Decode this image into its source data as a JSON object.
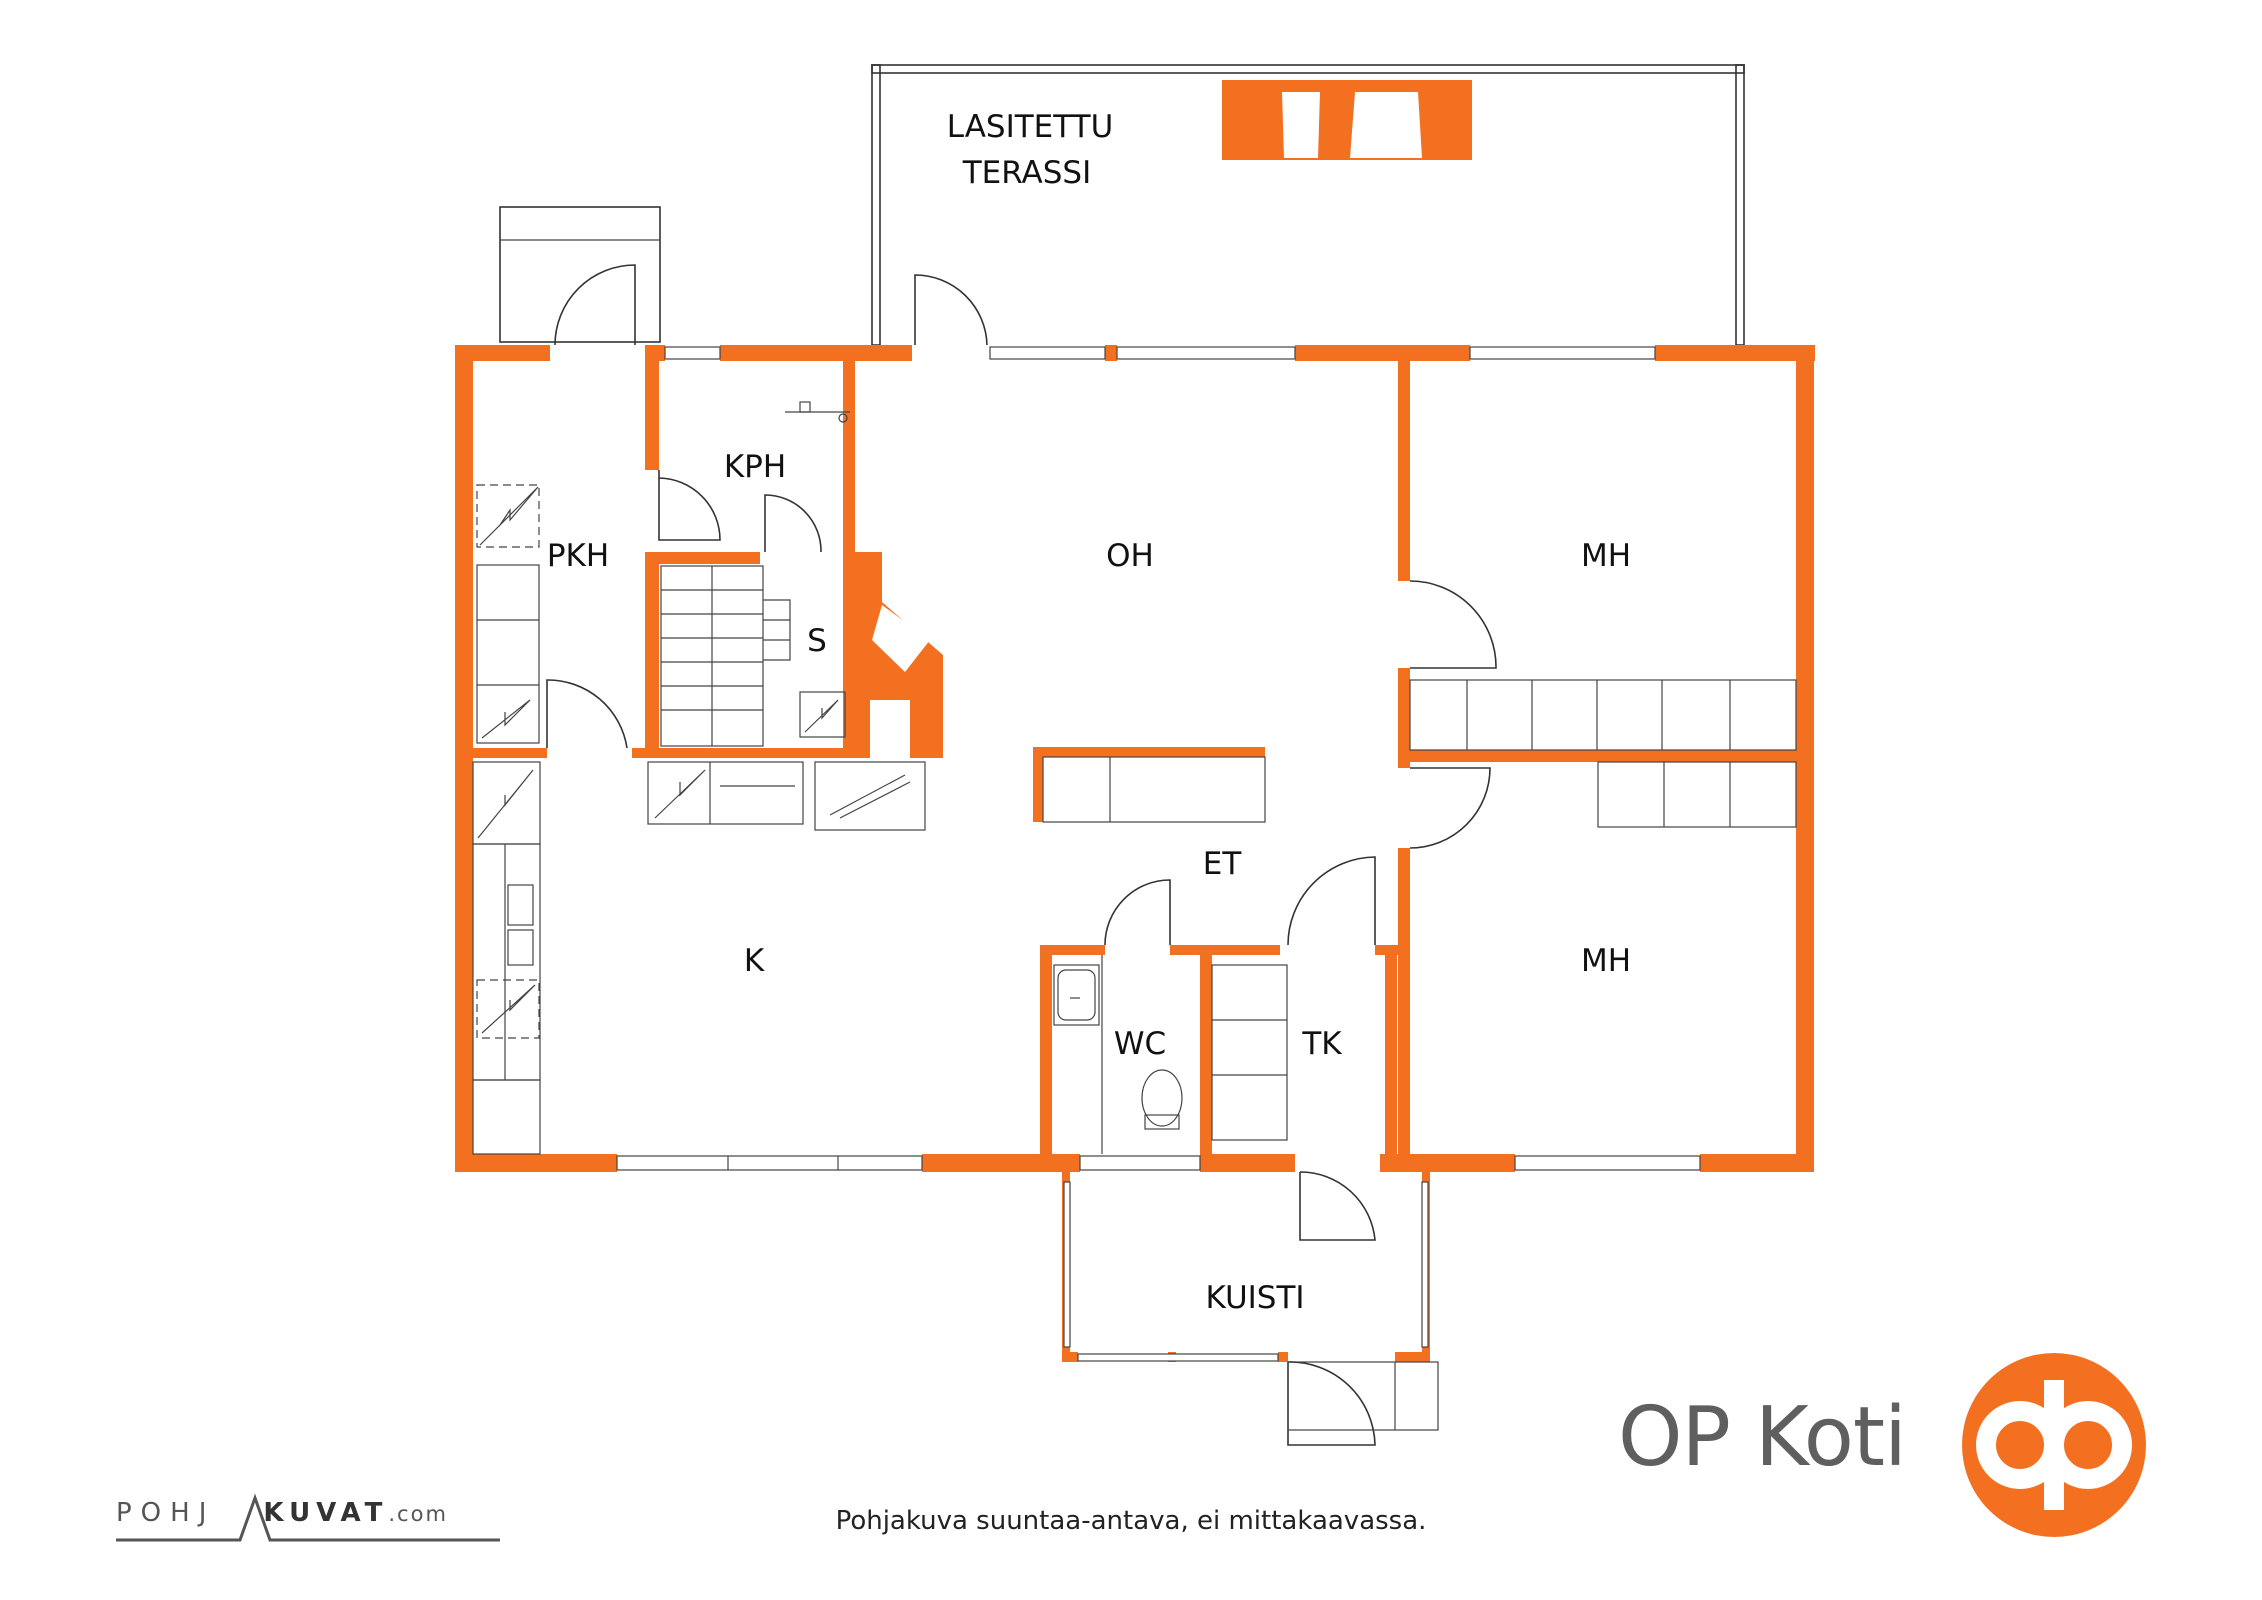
{
  "rooms": {
    "terrace": [
      "LASITETTU",
      "TERASSI"
    ],
    "pkh": "PKH",
    "kph": "KPH",
    "s": "S",
    "oh": "OH",
    "mh_upper": "MH",
    "mh_lower": "MH",
    "et": "ET",
    "k": "K",
    "wc": "WC",
    "tk": "TK",
    "kuisti": "KUISTI"
  },
  "brand": {
    "name": "OP Koti",
    "logo_color": "#f37021",
    "logo_icon": "op-logo-icon"
  },
  "footer": {
    "note": "Pohjakuva suuntaa-antava, ei mittakaavassa.",
    "credit_part1": "POHJ",
    "credit_part2": "KUVAT",
    "credit_part3": ".com"
  },
  "colors": {
    "wall": "#f37021",
    "line": "#333333"
  }
}
